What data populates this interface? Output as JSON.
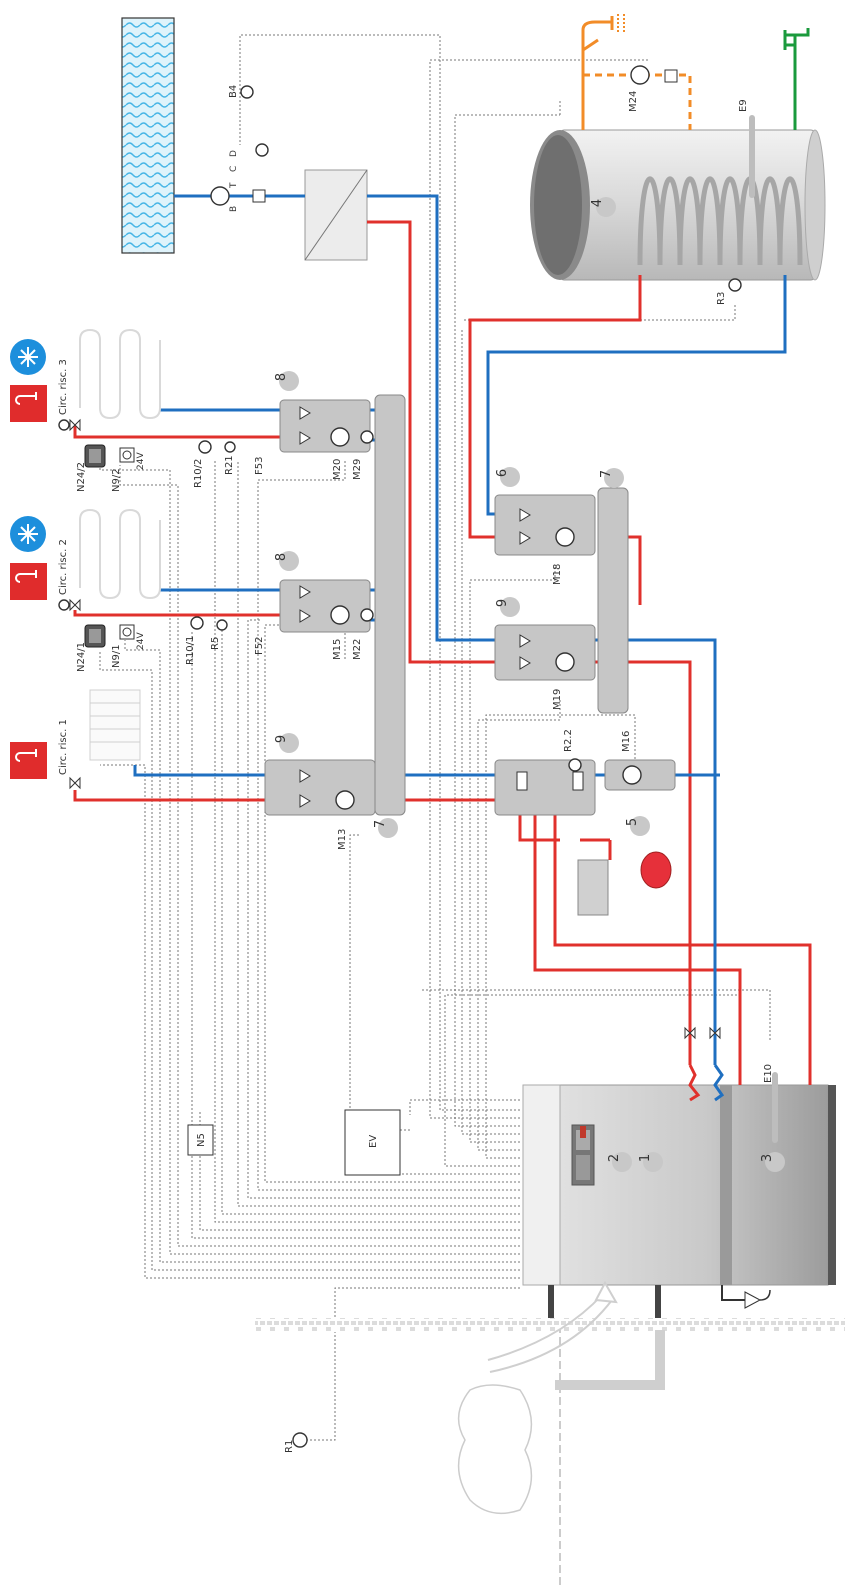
{
  "colors": {
    "hot": "#e0312c",
    "cold": "#1f6fc0",
    "dhw": "#f28c28",
    "fresh": "#1a9a3c",
    "control": "#777777",
    "unit": "#d3d3d3",
    "badge_heat": "#e02c2c",
    "badge_cool": "#1d8fdc"
  },
  "icons": {
    "snowflake": "snowflake-icon",
    "thermometer": "thermometer-icon",
    "shower": "shower-icon",
    "tap": "tap-icon",
    "house": "house-icon"
  },
  "circuits": {
    "c1": "Circ. risc. 1",
    "c2": "Circ. risc. 2",
    "c3": "Circ. risc. 3"
  },
  "numbers": {
    "n1": "1",
    "n2": "2",
    "n3": "3",
    "n4": "4",
    "n5": "5",
    "n6": "6",
    "n7": "7",
    "n8": "8",
    "n9": "9"
  },
  "labels": {
    "B4": "B4",
    "B": "B",
    "T": "T",
    "C": "C",
    "D": "D",
    "M24": "M24",
    "E9": "E9",
    "R3": "R3",
    "N24_2": "N24/2",
    "N9_2": "N9/2",
    "v24": "24V",
    "R10_2": "R10/2",
    "R21": "R21",
    "F53": "F53",
    "M20": "M20",
    "M29": "M29",
    "M18": "M18",
    "N24_1": "N24/1",
    "N9_1": "N9/1",
    "R10_1": "R10/1",
    "R5": "R5",
    "F52": "F52",
    "M15": "M15",
    "M22": "M22",
    "M19": "M19",
    "R2_2": "R2.2",
    "M16": "M16",
    "M13": "M13",
    "E10": "E10",
    "N5": "N5",
    "EV": "EV",
    "R1": "R1"
  }
}
